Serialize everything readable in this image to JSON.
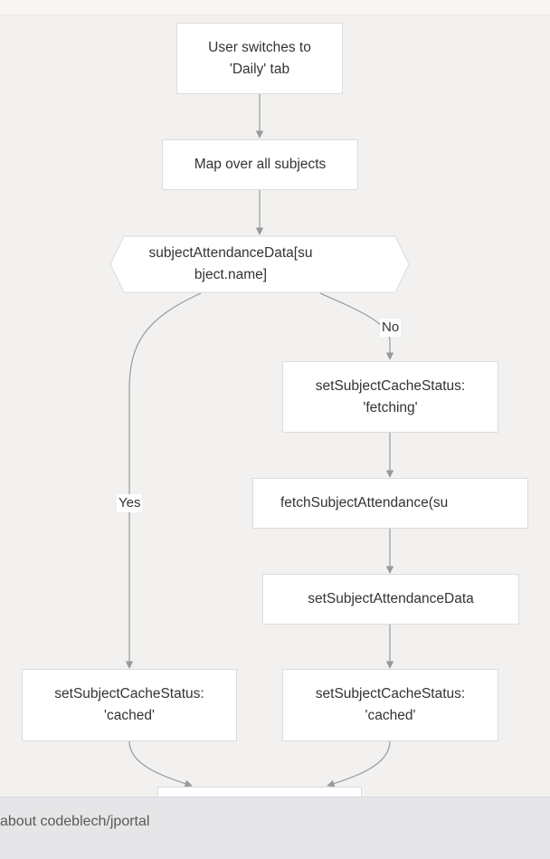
{
  "nodes": {
    "switch_tab": "User switches to\n'Daily' tab",
    "map_subjects": "Map over all subjects",
    "decision": "subjectAttendanceData[su\nbject.name]",
    "cache_fetching": "setSubjectCacheStatus:\n'fetching'",
    "fetch_attendance": "fetchSubjectAttendance(su",
    "set_attendance_data": "setSubjectAttendanceData",
    "cache_cached_left": "setSubjectCacheStatus:\n'cached'",
    "cache_cached_right": "setSubjectCacheStatus:\n'cached'"
  },
  "edges": {
    "no_label": "No",
    "yes_label": "Yes"
  },
  "footer": {
    "text": "about codeblech/jportal"
  },
  "colors": {
    "edge": "#999999",
    "node_fill": "#ffffff",
    "node_border": "#dedcda",
    "background": "#f2f1f0"
  }
}
